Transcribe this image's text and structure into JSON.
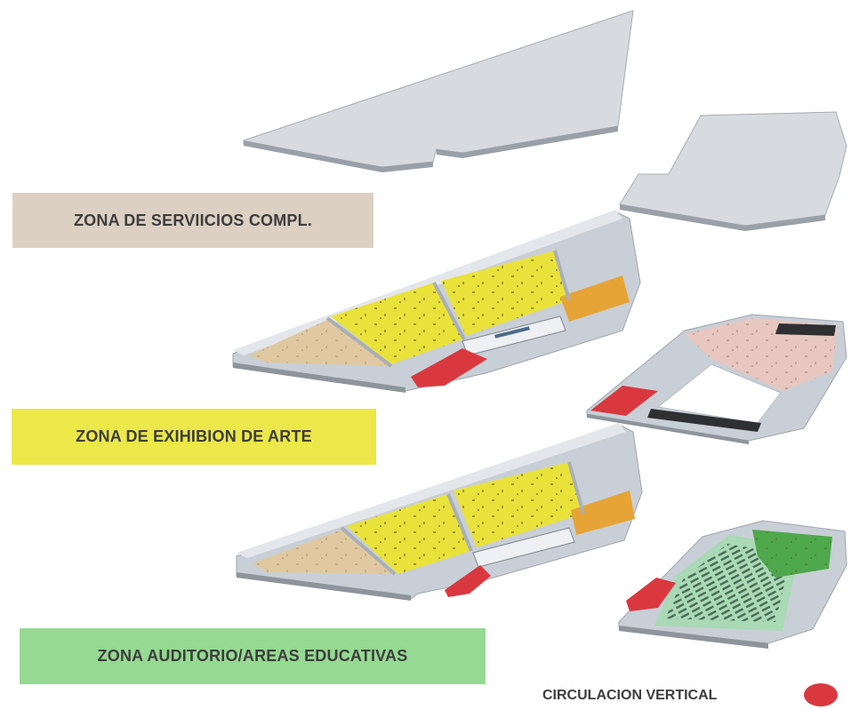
{
  "legend": {
    "servicios": {
      "label": "ZONA DE SERVIICIOS COMPL.",
      "color": "#dcd0c2"
    },
    "arte": {
      "label": "ZONA DE EXIHIBION DE ARTE",
      "color": "#ece84a"
    },
    "auditorio": {
      "label": "ZONA AUDITORIO/AREAS EDUCATIVAS",
      "color": "#95d992"
    },
    "circulacion": {
      "label": "CIRCULACION VERTICAL",
      "color": "#d9383f"
    }
  },
  "colors": {
    "roof": "#d7dbe0",
    "wall": "#c5ccd5",
    "exhibition_floor": "#e9e23b",
    "auditorium_floor": "#a9d9b5",
    "green_room": "#4fa84c",
    "seating": "#2e3033",
    "warm_floor": "#e0c9a0",
    "orange": "#e6a436"
  }
}
